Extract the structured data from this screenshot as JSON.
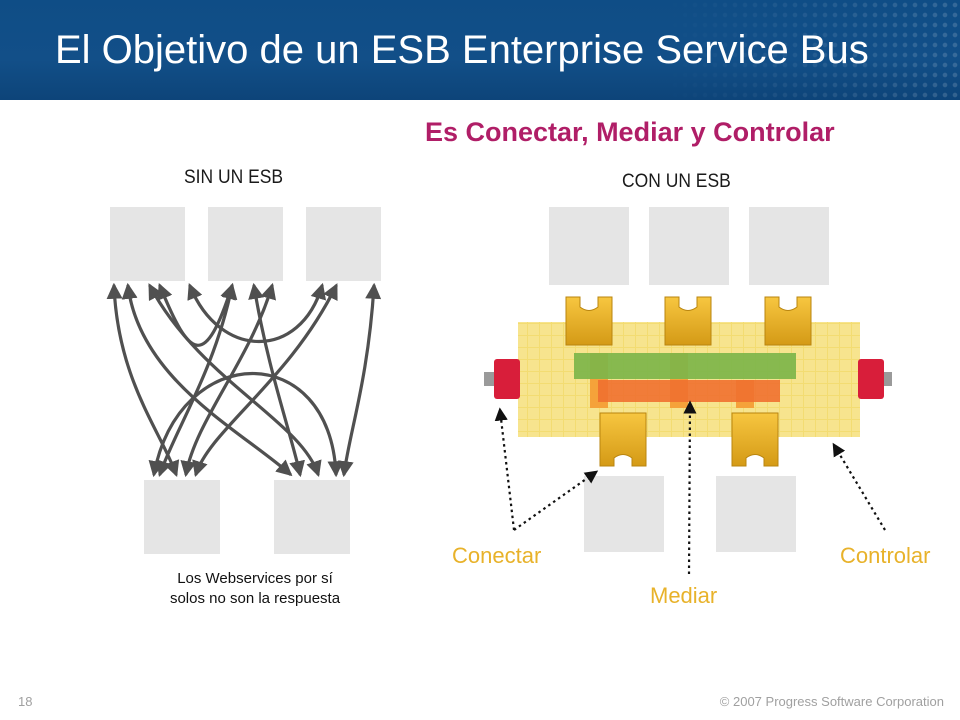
{
  "slide": {
    "title": "El Objetivo de un ESB Enterprise Service Bus",
    "subtitle": "Es Conectar, Mediar y Controlar",
    "slide_number": "18",
    "copyright": "© 2007 Progress Software Corporation"
  },
  "left_diagram": {
    "label": "SIN UN ESB",
    "caption_line1": "Los Webservices por sí",
    "caption_line2": "solos no son la respuesta"
  },
  "right_diagram": {
    "label": "CON UN ESB",
    "tag_connect": "Conectar",
    "tag_mediate": "Mediar",
    "tag_control": "Controlar"
  },
  "colors": {
    "header_blue": "#124f88",
    "subtitle_magenta": "#b01e67",
    "tag_gold": "#e8b22a",
    "box_gray": "#e5e5e5",
    "bus_yellow": "#f5df7a",
    "bus_red": "#d81e3a",
    "bus_green": "#7db54a",
    "bus_orange": "#f07030"
  }
}
